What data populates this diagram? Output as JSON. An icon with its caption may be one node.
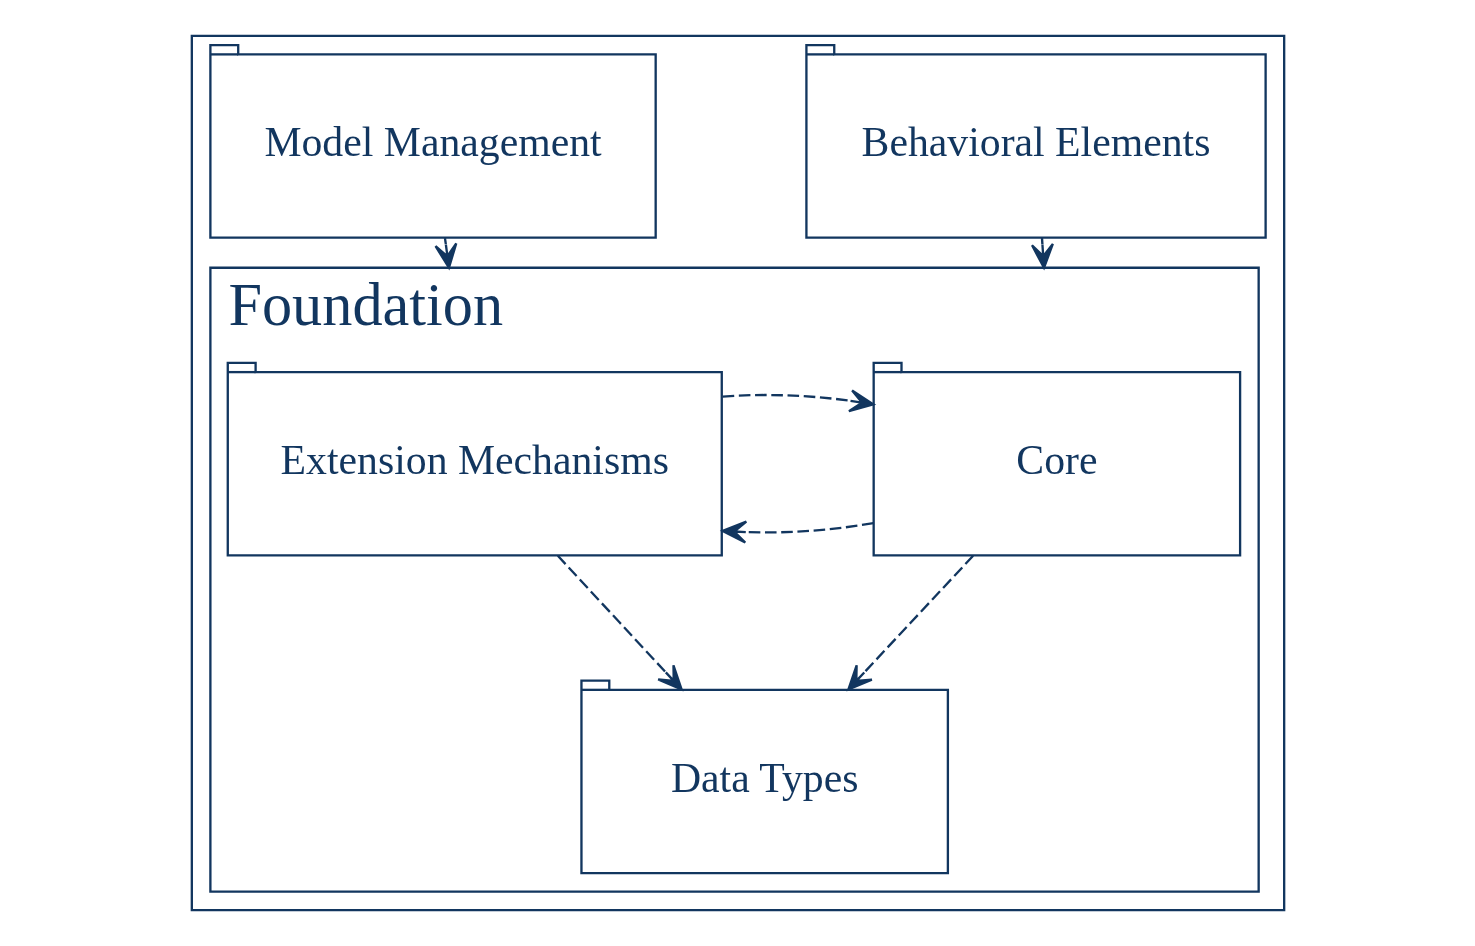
{
  "diagram": {
    "nodes": [
      {
        "text": [],
        "shape": "box"
      },
      {
        "text": [
          "Behavioral Elements"
        ],
        "in": 0
      },
      {
        "text": [
          "Model Management"
        ],
        "in": 0
      },
      {
        "text": [
          "Foundation"
        ],
        "in": 0
      },
      {
        "text": [
          "Core"
        ],
        "in": 3
      },
      {
        "text": [
          "Extension Mechanisms"
        ],
        "in": 3
      },
      {
        "text": [
          "Data Types"
        ],
        "in": 3
      }
    ],
    "edges": [
      {
        "from": 1,
        "to": 3,
        "arrow": "to",
        "style": "dashed"
      },
      {
        "from": 2,
        "to": 3,
        "arrow": "to",
        "style": "dashed"
      },
      {
        "from": 4,
        "to": 5,
        "arrow": "to",
        "style": "dashed"
      },
      {
        "from": 5,
        "to": 4,
        "arrow": "to",
        "style": "dashed"
      },
      {
        "from": 4,
        "to": 6,
        "arrow": "to",
        "style": "dashed"
      },
      {
        "from": 5,
        "to": 6,
        "arrow": "to",
        "style": "dashed"
      }
    ]
  }
}
